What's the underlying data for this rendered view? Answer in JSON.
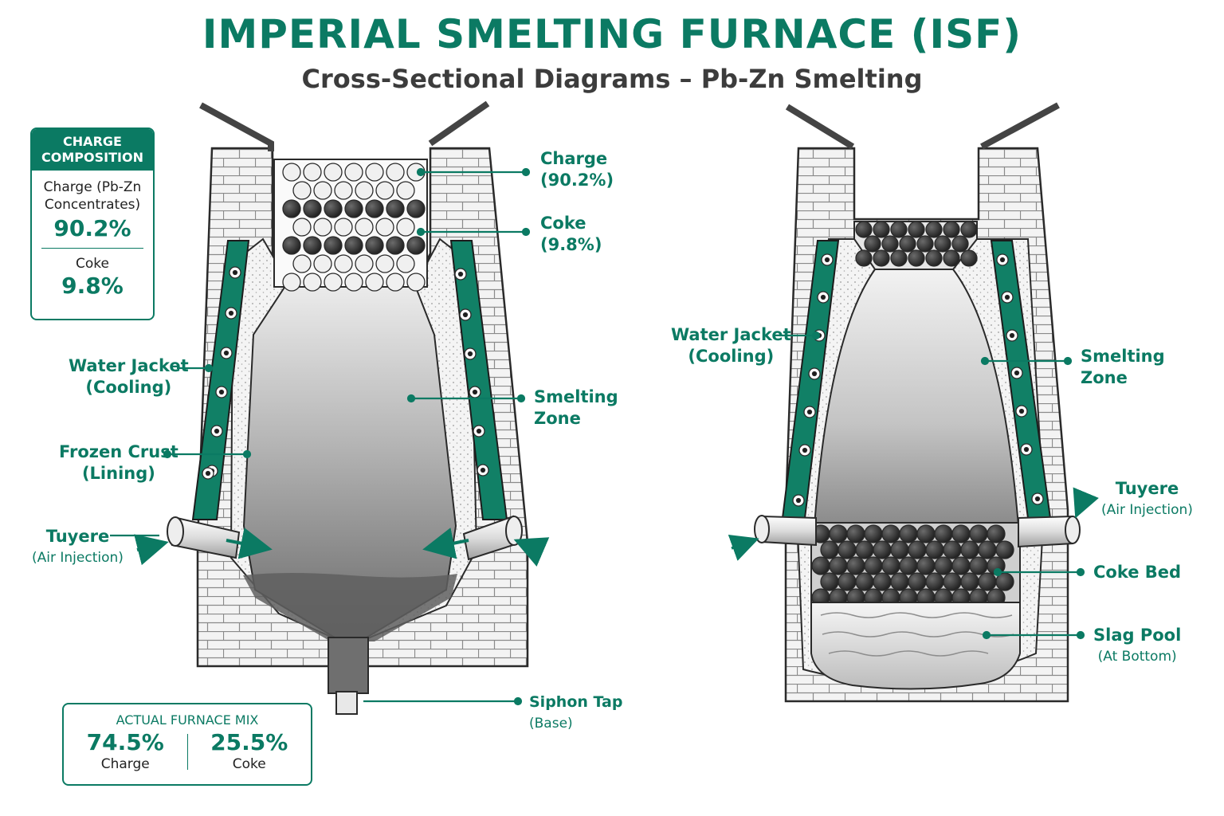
{
  "title": "IMPERIAL SMELTING FURNACE (ISF)",
  "subtitle": "Cross-Sectional Diagrams – Pb-Zn Smelting",
  "colors": {
    "accent": "#0b7a63",
    "jacket": "#118066",
    "outline": "#2a2a2a",
    "dark_text": "#333333"
  },
  "charge_composition": {
    "header": "CHARGE COMPOSITION",
    "charge_label": "Charge (Pb-Zn Concentrates)",
    "charge_value": "90.2%",
    "coke_label": "Coke",
    "coke_value": "9.8%"
  },
  "actual_mix": {
    "header": "ACTUAL FURNACE MIX",
    "charge_value": "74.5%",
    "charge_label": "Charge",
    "coke_value": "25.5%",
    "coke_label": "Coke"
  },
  "left_labels": {
    "charge": {
      "line1": "Charge",
      "line2": "(90.2%)"
    },
    "coke": {
      "line1": "Coke",
      "line2": "(9.8%)"
    },
    "smelting": {
      "line1": "Smelting",
      "line2": "Zone"
    },
    "water_jacket": {
      "line1": "Water Jacket",
      "line2": "(Cooling)"
    },
    "frozen_crust": {
      "line1": "Frozen Crust",
      "line2": "(Lining)"
    },
    "tuyere": {
      "line1": "Tuyere",
      "line2": "(Air Injection)"
    },
    "siphon": {
      "line1": "Siphon Tap",
      "line2": "(Base)"
    }
  },
  "right_labels": {
    "water_jacket": {
      "line1": "Water Jacket",
      "line2": "(Cooling)"
    },
    "smelting": {
      "line1": "Smelting",
      "line2": "Zone"
    },
    "tuyere": {
      "line1": "Tuyere",
      "line2": "(Air Injection)"
    },
    "coke_bed": {
      "line1": "Coke Bed"
    },
    "slag_pool": {
      "line1": "Slag Pool",
      "line2": "(At Bottom)"
    }
  },
  "icons": [
    "brick-wall-icon",
    "water-jacket-icon",
    "tuyere-pipe-icon",
    "air-arrow-icon",
    "siphon-tap-icon"
  ]
}
